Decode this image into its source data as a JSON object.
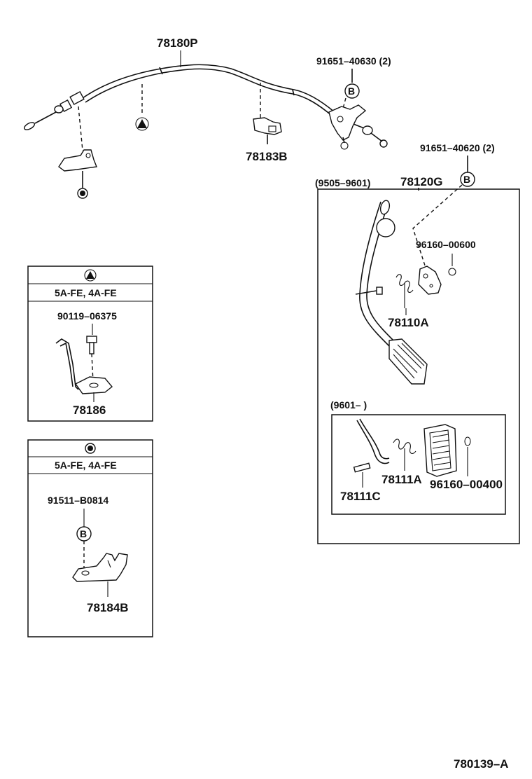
{
  "labels": {
    "cable": "78180P",
    "clamp": "78183B",
    "bolt_top": "91651–40630 (2)",
    "bolt_right": "91651–40620 (2)",
    "pedal_assy": "78120G",
    "pedal_range_1": "(9505–9601)",
    "clip_1": "96160–00600",
    "spring_1": "78110A",
    "pedal_range_2": "(9601–          )",
    "spring_2": "78111A",
    "pin": "78111C",
    "clip_2": "96160–00400",
    "bolt_inset1": "90119–06375",
    "bracket_1": "78186",
    "bolt_inset2": "91511–B0814",
    "bracket_2": "78184B",
    "engine_1": "5A-FE, 4A-FE",
    "engine_2": "5A-FE, 4A-FE",
    "callout_b": "B",
    "diagram_code": "780139–A"
  },
  "symbols": {
    "triangle": "triangle-marker",
    "circle": "circle-marker"
  }
}
